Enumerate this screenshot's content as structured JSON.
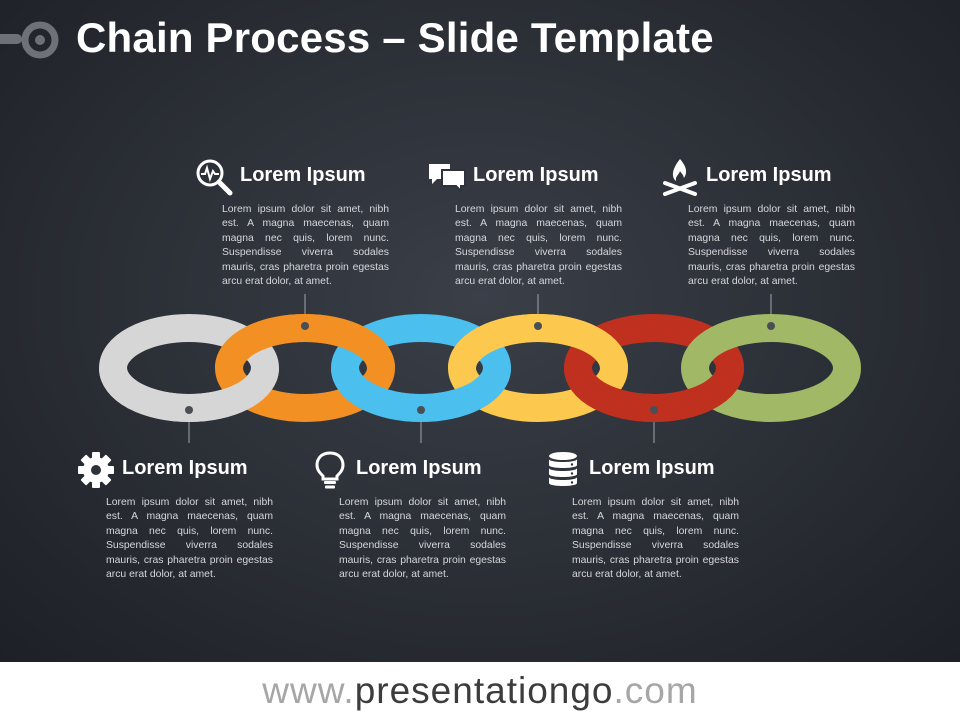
{
  "title": "Chain Process – Slide Template",
  "colors": {
    "link_1": "#d6d6d6",
    "link_2": "#f29023",
    "link_3": "#4bbfee",
    "link_4": "#fcc94e",
    "link_5": "#c0301e",
    "link_6": "#a1b967",
    "connector": "#a0a4aa",
    "dot": "#4a4e55"
  },
  "blocks": [
    {
      "icon": "magnifier-pulse-icon",
      "title": "Lorem Ipsum",
      "text": "Lorem ipsum dolor sit amet, nibh est. A magna maecenas, quam magna nec quis, lorem nunc. Suspendisse viverra sodales mauris, cras pharetra proin egestas arcu erat dolor, at amet."
    },
    {
      "icon": "speech-bubbles-icon",
      "title": "Lorem Ipsum",
      "text": "Lorem ipsum dolor sit amet, nibh est. A magna maecenas, quam magna nec quis, lorem nunc. Suspendisse viverra sodales mauris, cras pharetra proin egestas arcu erat dolor, at amet."
    },
    {
      "icon": "campfire-icon",
      "title": "Lorem Ipsum",
      "text": "Lorem ipsum dolor sit amet, nibh est. A magna maecenas, quam magna nec quis, lorem nunc. Suspendisse viverra sodales mauris, cras pharetra proin egestas arcu erat dolor, at amet."
    },
    {
      "icon": "gear-icon",
      "title": "Lorem Ipsum",
      "text": "Lorem ipsum dolor sit amet, nibh est. A magna maecenas, quam magna nec quis, lorem nunc. Suspendisse viverra sodales mauris, cras pharetra proin egestas arcu erat dolor, at amet."
    },
    {
      "icon": "lightbulb-icon",
      "title": "Lorem Ipsum",
      "text": "Lorem ipsum dolor sit amet, nibh est. A magna maecenas, quam magna nec quis, lorem nunc. Suspendisse viverra sodales mauris, cras pharetra proin egestas arcu erat dolor, at amet."
    },
    {
      "icon": "database-icon",
      "title": "Lorem Ipsum",
      "text": "Lorem ipsum dolor sit amet, nibh est. A magna maecenas, quam magna nec quis, lorem nunc. Suspendisse viverra sodales mauris, cras pharetra proin egestas arcu erat dolor, at amet."
    }
  ],
  "footer": {
    "prefix": "www.",
    "brand": "presentationgo",
    "suffix": ".com"
  }
}
